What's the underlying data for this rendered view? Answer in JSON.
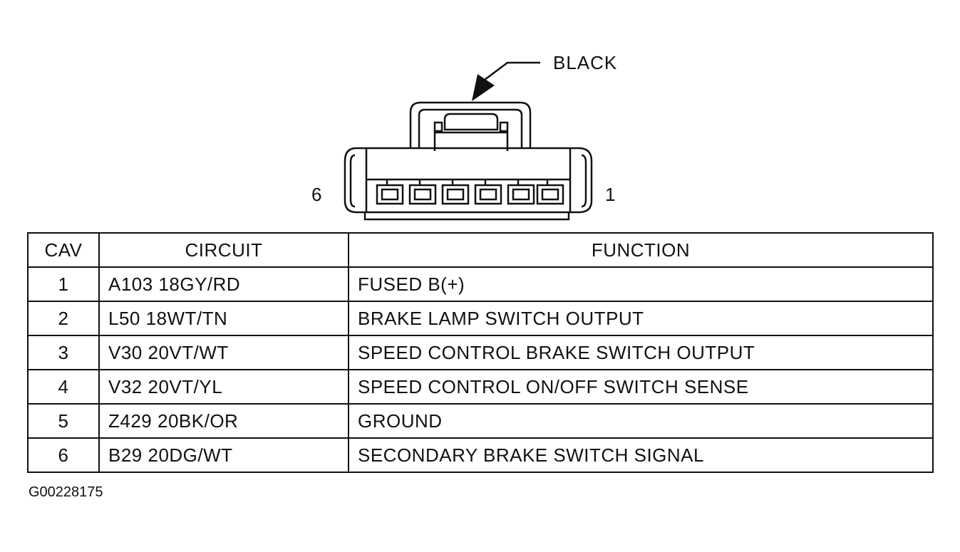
{
  "connector": {
    "color_label": "BLACK",
    "pin_left_label": "6",
    "pin_right_label": "1",
    "cavity_count": 6
  },
  "table": {
    "headers": [
      "CAV",
      "CIRCUIT",
      "FUNCTION"
    ],
    "rows": [
      {
        "cav": "1",
        "circuit": "A103 18GY/RD",
        "function": "FUSED B(+)"
      },
      {
        "cav": "2",
        "circuit": "L50 18WT/TN",
        "function": "BRAKE LAMP SWITCH OUTPUT"
      },
      {
        "cav": "3",
        "circuit": "V30 20VT/WT",
        "function": "SPEED CONTROL BRAKE SWITCH OUTPUT"
      },
      {
        "cav": "4",
        "circuit": "V32 20VT/YL",
        "function": "SPEED CONTROL ON/OFF SWITCH SENSE"
      },
      {
        "cav": "5",
        "circuit": "Z429 20BK/OR",
        "function": "GROUND"
      },
      {
        "cav": "6",
        "circuit": "B29 20DG/WT",
        "function": "SECONDARY BRAKE SWITCH SIGNAL"
      }
    ]
  },
  "figure_id": "G00228175"
}
